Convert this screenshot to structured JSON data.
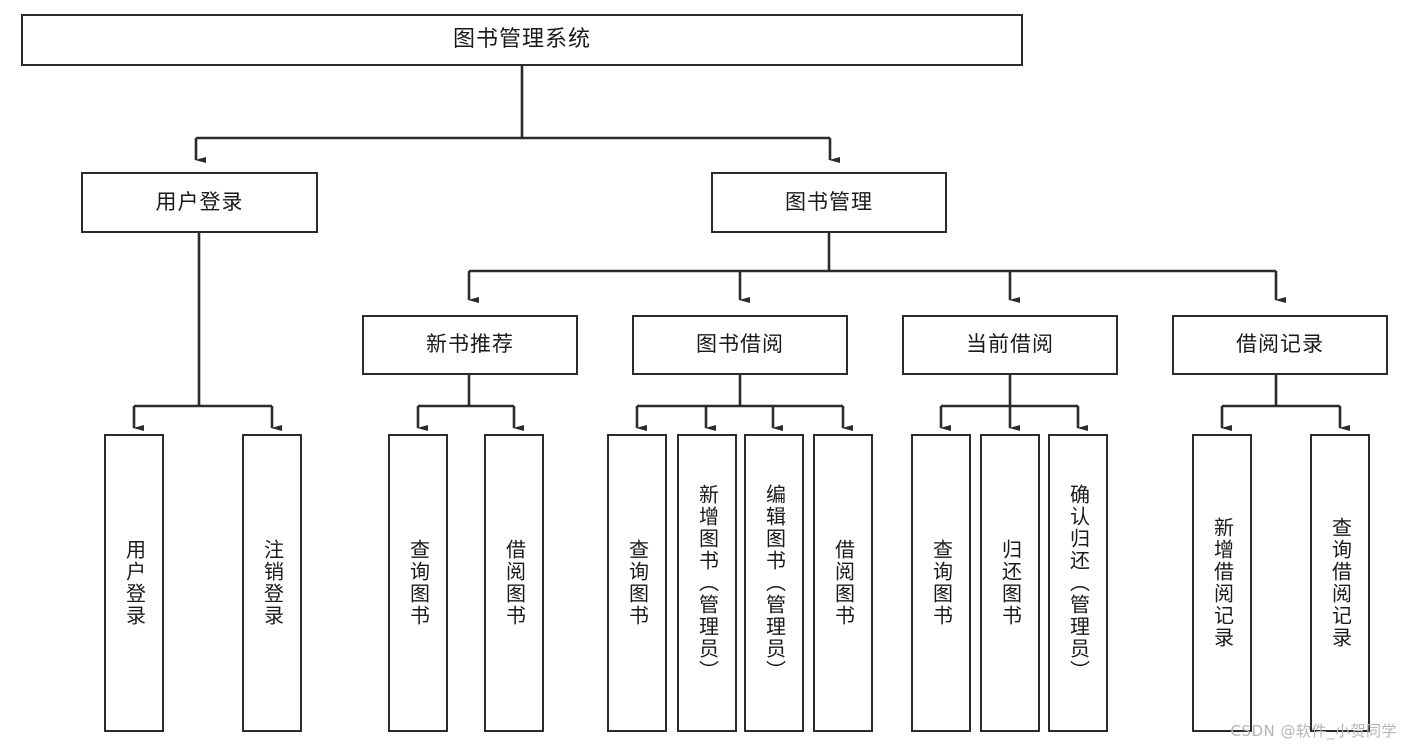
{
  "diagram": {
    "title": "图书管理系统",
    "watermark": "CSDN @软件_小贺同学",
    "colors": {
      "stroke": "#2b2b2b",
      "background": "#ffffff",
      "text": "#1a1a1a",
      "watermark": "#b4b4b4"
    },
    "levels": {
      "level1": [
        {
          "id": "root",
          "label": "图书管理系统",
          "orientation": "horizontal"
        }
      ],
      "level2": [
        {
          "id": "user-login",
          "label": "用户登录",
          "orientation": "horizontal"
        },
        {
          "id": "book-manage",
          "label": "图书管理",
          "orientation": "horizontal"
        }
      ],
      "level3": [
        {
          "id": "new-book-recommend",
          "label": "新书推荐",
          "orientation": "horizontal"
        },
        {
          "id": "book-borrow",
          "label": "图书借阅",
          "orientation": "horizontal"
        },
        {
          "id": "current-borrow",
          "label": "当前借阅",
          "orientation": "horizontal"
        },
        {
          "id": "borrow-record",
          "label": "借阅记录",
          "orientation": "horizontal"
        }
      ],
      "level4": [
        {
          "id": "leaf-user-login",
          "label": "用户登录",
          "parent": "user-login",
          "orientation": "vertical"
        },
        {
          "id": "leaf-logout-login",
          "label": "注销登录",
          "parent": "user-login",
          "orientation": "vertical"
        },
        {
          "id": "leaf-query-book-1",
          "label": "查询图书",
          "parent": "new-book-recommend",
          "orientation": "vertical"
        },
        {
          "id": "leaf-borrow-book-1",
          "label": "借阅图书",
          "parent": "new-book-recommend",
          "orientation": "vertical"
        },
        {
          "id": "leaf-query-book-2",
          "label": "查询图书",
          "parent": "book-borrow",
          "orientation": "vertical"
        },
        {
          "id": "leaf-add-book",
          "label": "新增图书（管理员）",
          "parent": "book-borrow",
          "orientation": "vertical"
        },
        {
          "id": "leaf-edit-book",
          "label": "编辑图书（管理员）",
          "parent": "book-borrow",
          "orientation": "vertical"
        },
        {
          "id": "leaf-borrow-book-2",
          "label": "借阅图书",
          "parent": "book-borrow",
          "orientation": "vertical"
        },
        {
          "id": "leaf-query-book-3",
          "label": "查询图书",
          "parent": "current-borrow",
          "orientation": "vertical"
        },
        {
          "id": "leaf-return-book",
          "label": "归还图书",
          "parent": "current-borrow",
          "orientation": "vertical"
        },
        {
          "id": "leaf-confirm-return",
          "label": "确认归还（管理员）",
          "parent": "current-borrow",
          "orientation": "vertical"
        },
        {
          "id": "leaf-add-record",
          "label": "新增借阅记录",
          "parent": "borrow-record",
          "orientation": "vertical"
        },
        {
          "id": "leaf-query-record",
          "label": "查询借阅记录",
          "parent": "borrow-record",
          "orientation": "vertical"
        }
      ]
    }
  }
}
